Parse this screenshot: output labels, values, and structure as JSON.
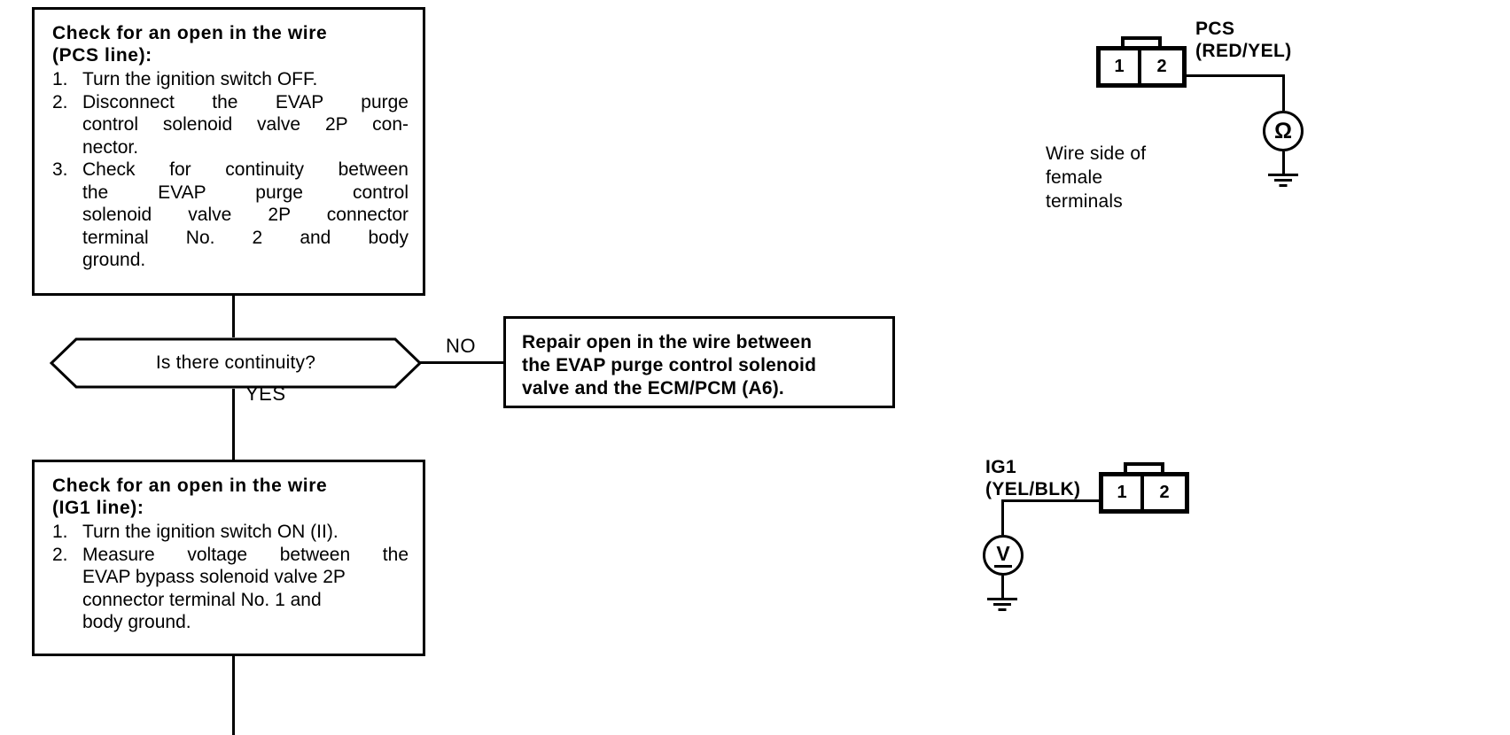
{
  "diagram": {
    "type": "troubleshooting-flowchart",
    "pcs_step": {
      "title_line_1": "Check for an open in the wire",
      "title_line_2": "(PCS line):",
      "steps": [
        {
          "num": "1.",
          "lines": [
            "Turn the ignition switch OFF."
          ]
        },
        {
          "num": "2.",
          "lines": [
            "Disconnect the EVAP purge",
            "control solenoid valve 2P con-",
            "nector."
          ]
        },
        {
          "num": "3.",
          "lines": [
            "Check for continuity between",
            "the EVAP purge control",
            "solenoid valve 2P connector",
            "terminal No. 2 and body",
            "ground."
          ]
        }
      ]
    },
    "decision": {
      "question": "Is there continuity?",
      "no_label": "NO",
      "yes_label": "YES"
    },
    "repair_action": {
      "lines": [
        "Repair open in the wire between",
        "the EVAP purge control solenoid",
        "valve and the ECM/PCM (A6)."
      ]
    },
    "ig1_step": {
      "title_line_1": "Check for an open in the wire",
      "title_line_2": "(IG1 line):",
      "steps": [
        {
          "num": "1.",
          "lines": [
            "Turn the ignition switch ON (II)."
          ]
        },
        {
          "num": "2.",
          "lines": [
            "Measure voltage between the",
            "EVAP bypass solenoid valve 2P",
            "connector terminal No. 1 and",
            "body ground."
          ]
        }
      ]
    },
    "pcs_connector": {
      "label_line_1": "PCS",
      "label_line_2": "(RED/YEL)",
      "pin_1": "1",
      "pin_2": "2",
      "meter_symbol": "Ω",
      "caption_lines": [
        "Wire side of",
        "female",
        "terminals"
      ]
    },
    "ig1_connector": {
      "label_line_1": "IG1",
      "label_line_2": "(YEL/BLK)",
      "pin_1": "1",
      "pin_2": "2",
      "meter_symbol": "V"
    }
  },
  "colors": {
    "ink": "#000000",
    "paper": "#ffffff"
  }
}
